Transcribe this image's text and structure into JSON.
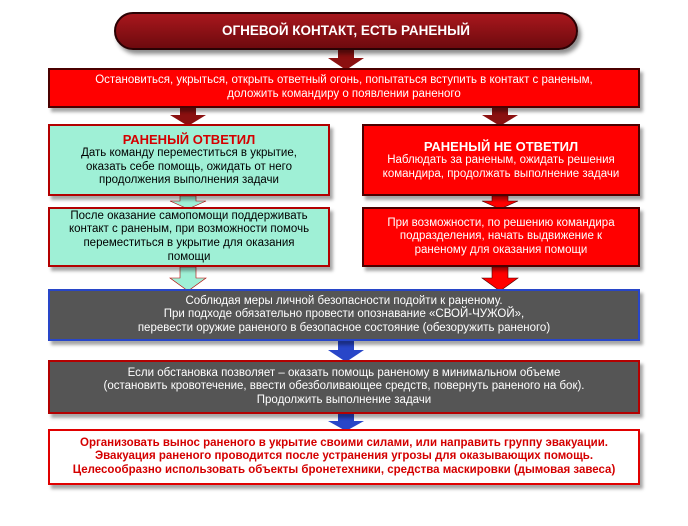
{
  "title": "ОГНЕВОЙ КОНТАКТ, ЕСТЬ РАНЕНЫЙ",
  "step1": {
    "line1": "Остановиться, укрыться, открыть ответный огонь, попытаться вступить в контакт с раненым,",
    "line2": "доложить командиру о появлении раненого"
  },
  "branch_left": {
    "heading": "РАНЕНЫЙ ОТВЕТИЛ",
    "line1": "Дать команду переместиться в укрытие,",
    "line2": "оказать себе помощь, ожидать от него",
    "line3": "продолжения выполнения задачи",
    "next_line1": "После оказание самопомощи поддерживать",
    "next_line2": "контакт с раненым, при возможности помочь",
    "next_line3": "переместиться в укрытие для оказания",
    "next_line4": "помощи"
  },
  "branch_right": {
    "heading": "РАНЕНЫЙ НЕ ОТВЕТИЛ",
    "line1": "Наблюдать за раненым, ожидать решения",
    "line2": "командира, продолжать выполнение задачи",
    "next_line1": "При возможности, по решению командира",
    "next_line2": "подразделения, начать выдвижение к",
    "next_line3": "раненому для оказания помощи"
  },
  "step3": {
    "line1": "Соблюдая меры личной безопасности подойти к раненому.",
    "line2": "При подходе обязательно провести опознавание «СВОЙ-ЧУЖОЙ»,",
    "line3": "перевести оружие раненого в безопасное состояние (обезоружить раненого)"
  },
  "step4": {
    "line1": "Если обстановка позволяет – оказать помощь раненому в минимальном объеме",
    "line2": "(остановить кровотечение, ввести обезболивающее средств, повернуть раненого на бок).",
    "line3": "Продолжить выполнение задачи"
  },
  "step5": {
    "line1": "Организовать вынос раненого в укрытие своими силами, или направить группу эвакуации.",
    "line2": "Эвакуация раненого проводится после устранения угрозы для оказывающих помощь.",
    "line3": "Целесообразно использовать объекты бронетехники, средства маскировки (дымовая завеса)"
  },
  "colors": {
    "title_fill": "#8b1015",
    "alert_red": "#ff0000",
    "mint_fill": "#9ff0d6",
    "grey_fill": "#555555",
    "arrow_dark_red": "#8b1010",
    "arrow_mint": "#9ff0d6",
    "arrow_blue": "#2846c8"
  }
}
